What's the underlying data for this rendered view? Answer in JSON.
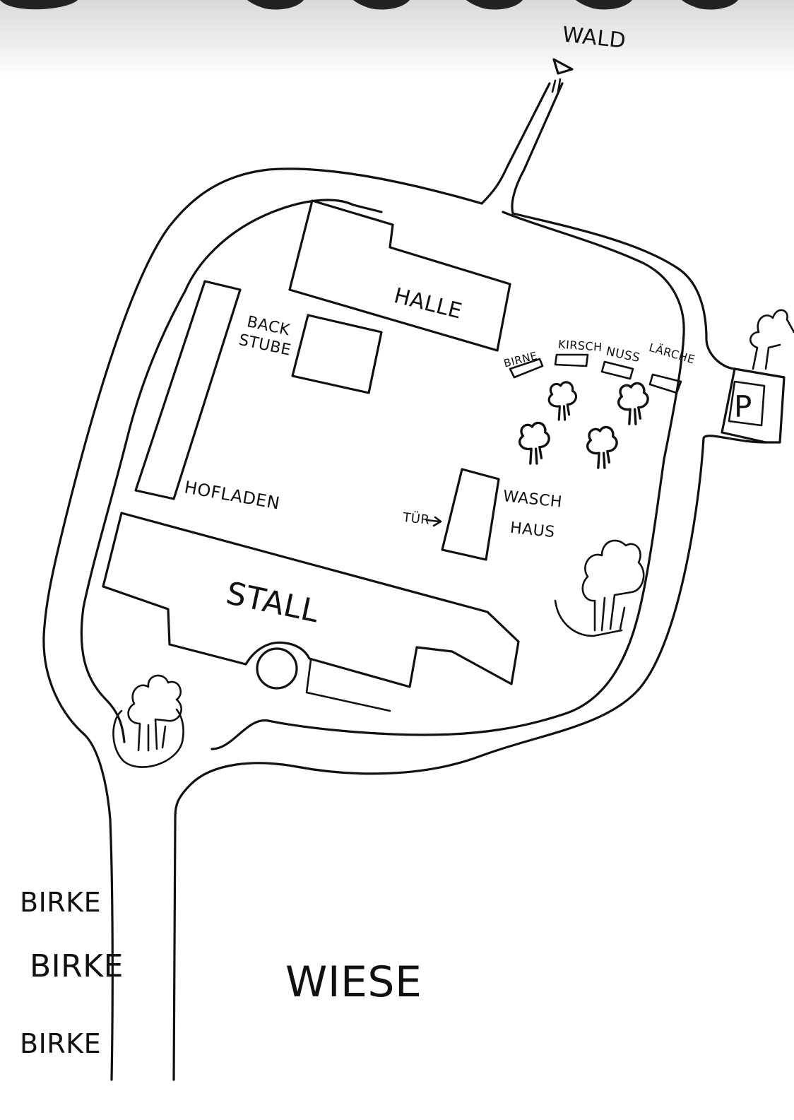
{
  "map": {
    "labels": {
      "wald": "WALD",
      "halle": "HALLE",
      "back": "BACK",
      "stube": "STUBE",
      "hofladen": "HOFLADEN",
      "stall": "STALL",
      "tuer": "TÜR",
      "wasch": "WASCH",
      "haus": "HAUS",
      "birne": "BIRNE",
      "kirsch": "KIRSCH",
      "nuss": "NUSS",
      "laerche": "LÄRCHE",
      "parking": "P",
      "birke_1": "BIRKE",
      "birke_2": "BIRKE",
      "birke_3": "BIRKE",
      "wiese": "WIESE"
    }
  }
}
